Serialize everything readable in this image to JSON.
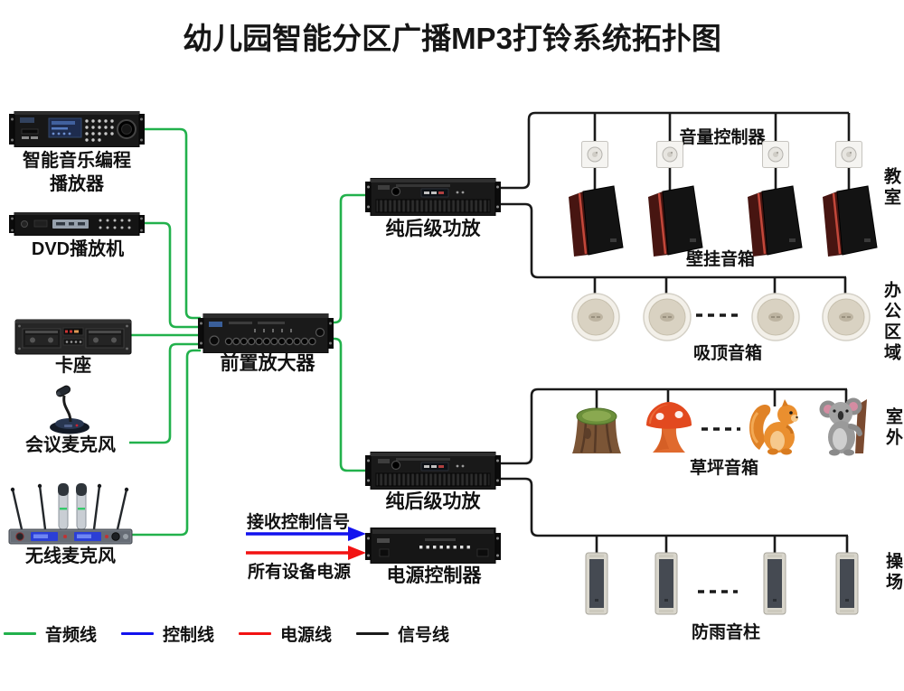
{
  "title": "幼儿园智能分区广播MP3打铃系统拓扑图",
  "devices": {
    "music_player": {
      "label": "智能音乐编程\n播放器"
    },
    "dvd_player": {
      "label": "DVD播放机"
    },
    "cassette_deck": {
      "label": "卡座"
    },
    "conference_mic": {
      "label": "会议麦克风"
    },
    "wireless_mic": {
      "label": "无线麦克风"
    },
    "preamplifier": {
      "label": "前置放大器"
    },
    "power_amp_top": {
      "label": "纯后级功放"
    },
    "power_amp_bottom": {
      "label": "纯后级功放"
    },
    "power_controller": {
      "label": "电源控制器"
    }
  },
  "zones": {
    "classroom": {
      "name": "教室",
      "controller_label": "音量控制器",
      "speaker_label": "壁挂音箱"
    },
    "office": {
      "name": "办公区域",
      "speaker_label": "吸顶音箱"
    },
    "outdoor": {
      "name": "室外",
      "speaker_label": "草坪音箱"
    },
    "playground": {
      "name": "操场",
      "speaker_label": "防雨音柱"
    }
  },
  "annotations": {
    "control_signal": "接收控制信号",
    "device_power": "所有设备电源"
  },
  "legend": {
    "audio": {
      "label": "音频线",
      "color": "#22b14c"
    },
    "control": {
      "label": "控制线",
      "color": "#1212ee"
    },
    "power": {
      "label": "电源线",
      "color": "#f21212"
    },
    "signal": {
      "label": "信号线",
      "color": "#1a1a1a"
    }
  }
}
